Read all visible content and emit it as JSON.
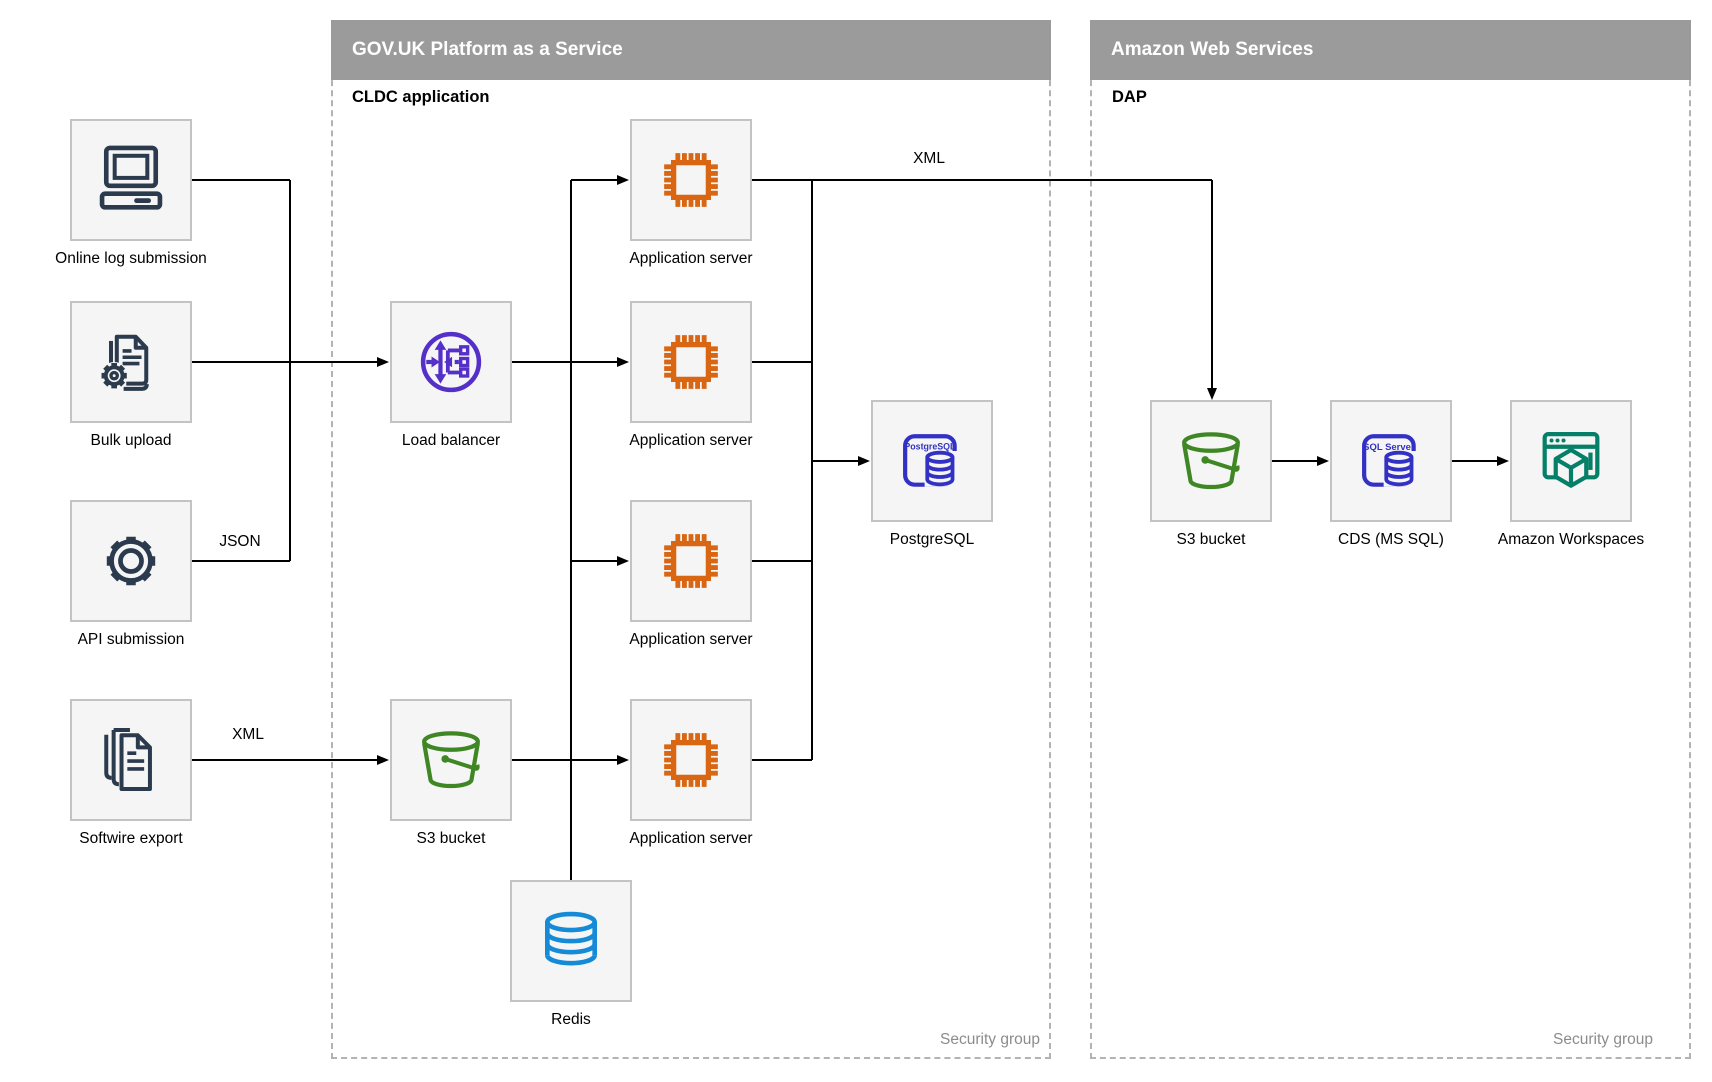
{
  "groups": {
    "govuk": {
      "title": "GOV.UK Platform as a Service",
      "sublabel": "CLDC application",
      "security_label": "Security group"
    },
    "aws": {
      "title": "Amazon Web Services",
      "sublabel": "DAP",
      "security_label": "Security group"
    }
  },
  "nodes": {
    "online_log_submission": {
      "label": "Online log submission"
    },
    "bulk_upload": {
      "label": "Bulk upload"
    },
    "api_submission": {
      "label": "API submission"
    },
    "softwire_export": {
      "label": "Softwire export"
    },
    "load_balancer": {
      "label": "Load balancer"
    },
    "app_server_1": {
      "label": "Application server"
    },
    "app_server_2": {
      "label": "Application server"
    },
    "app_server_3": {
      "label": "Application server"
    },
    "app_server_4": {
      "label": "Application server"
    },
    "postgresql": {
      "label": "PostgreSQL"
    },
    "s3_bucket_paas": {
      "label": "S3 bucket"
    },
    "redis": {
      "label": "Redis"
    },
    "s3_bucket_aws": {
      "label": "S3 bucket"
    },
    "cds": {
      "label": "CDS (MS SQL)"
    },
    "amazon_workspaces": {
      "label": "Amazon Workspaces"
    }
  },
  "edge_labels": {
    "json": "JSON",
    "xml_export": "XML",
    "xml_transfer": "XML"
  },
  "icon_text": {
    "postgresql": "PostgreSQL",
    "sql_server": "SQL Server"
  },
  "colors": {
    "header_bar": "#9b9b9b",
    "box_fill": "#f5f5f5",
    "box_border": "#c3c3c3",
    "dashed_border": "#b3b3b3",
    "navy": "#2b3b4d",
    "orange": "#d86613",
    "purple": "#5430c9",
    "indigo": "#3331c4",
    "green": "#3f8624",
    "azure": "#158bd8",
    "teal": "#067f68",
    "edge": "#000000",
    "security_text": "#8c8c8c"
  }
}
